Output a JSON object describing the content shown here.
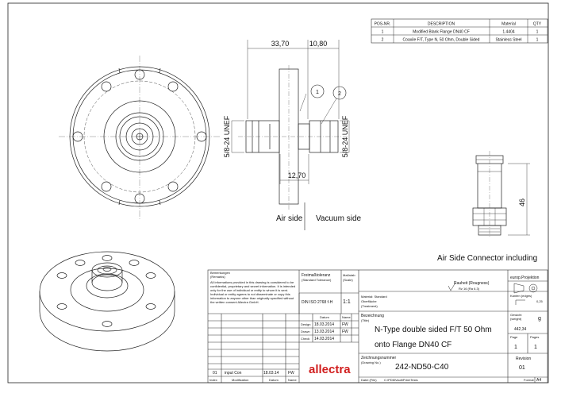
{
  "parts_list": {
    "headers": {
      "pos": "POS-NR.",
      "desc": "DESCRIPTION",
      "material": "Material",
      "qty": "QTY"
    },
    "rows": [
      {
        "pos": "1",
        "desc": "Modified Blank Flange DN40 CF",
        "material": "1.4404",
        "qty": "1"
      },
      {
        "pos": "2",
        "desc": "Coaxile F/T, Type N, 50 Ohm, Double Sided",
        "material": "Stainless Steel",
        "qty": "1"
      }
    ]
  },
  "dimensions": {
    "d1": "33,70",
    "d2": "10,80",
    "d3": "12,70",
    "thread_left": "5/8-24 UNEF",
    "thread_right": "5/8-24 UNEF",
    "height": "46"
  },
  "balloons": {
    "b1": "1",
    "b2": "2"
  },
  "labels": {
    "air_side": "Air side",
    "vacuum_side": "Vacuum side",
    "connector_note": "Air Side Connector including"
  },
  "title_block": {
    "remarks_label": "Bemerkungen",
    "remarks_label_en": "(Remarks)",
    "remarks_text": [
      "All informations provided in this drawing is considered to be",
      "confidential, proprietary and secret information. It is intended",
      "only for the use of individual or entity to whom it is sent.",
      "Individual or entity agrees to not disseminate or copy this",
      "information to anyone other than originally specified without",
      "the written consent Allectra GmbH."
    ],
    "tolerance_label": "Freimaßtoleranz",
    "tolerance_label_en": "(Standard Tolerance)",
    "tolerance_value": "DIN ISO 2768 f-H",
    "scale_label": "Maßstab",
    "scale_label_en": "(Scale)",
    "scale_value": "1:1",
    "roughness_label": "Rauheit (Rougness)",
    "roughness_value": "Rz 16 (Ra 6.3)",
    "projection_label": "europ.Projektion",
    "edges_label": "Kanten (edges)",
    "edges_value": "0,25",
    "material_label": "Material: Standard",
    "surface_label": "Oberfläche",
    "treatment_label": "(Treatment)",
    "weight_label": "Gewicht",
    "weight_label_en": "(weight)",
    "weight_unit": "g",
    "weight_value": "442,34",
    "date_header": "Datum",
    "name_header": "Name",
    "design_label": "Design",
    "design_date": "18.03.2014",
    "design_name": "FW",
    "drawn_label": "Drawn",
    "drawn_date": "13.03.2014",
    "drawn_name": "FW",
    "check_label": "Check",
    "check_date": "14.03.2014",
    "check_name": "",
    "designation_label": "Bezeichnung",
    "designation_label_en": "(Title)",
    "title_line1": "N-Type double sided F/T 50 Ohm",
    "title_line2": "onto Flange DN40 CF",
    "page_label": "Page",
    "pages_label": "Pages",
    "page_value": "1",
    "pages_value": "1",
    "drawing_no_label": "Zeichnungsnummer",
    "drawing_no_label_en": "(Drawing No.)",
    "drawing_no": "242-ND50-C40",
    "revision_label": "Revision",
    "revision_value": "01",
    "file_label": "Datei (File)",
    "file_value": "C:\\PDMVault\\Pdm\\Tests",
    "format_label": "Format",
    "format_value": "A4",
    "rev_index": "01",
    "rev_mod": "input Con",
    "rev_date": "18.03.14",
    "rev_name": "FW",
    "rev_index_hdr": "Index",
    "rev_mod_hdr": "Modification",
    "rev_date_hdr": "Datum",
    "rev_name_hdr": "Name",
    "company": "allectra"
  }
}
